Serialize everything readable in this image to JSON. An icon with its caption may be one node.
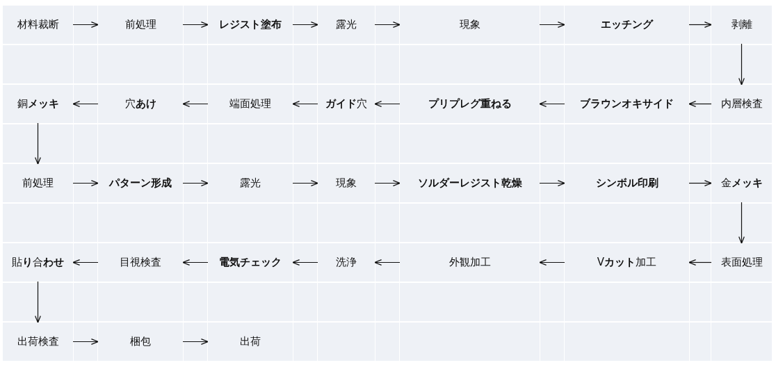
{
  "diagram": {
    "nodes": [
      {
        "text": [
          "材料裁断"
        ]
      },
      {
        "text": [
          "前処理"
        ]
      },
      {
        "text": [
          "レジスト塗布"
        ]
      },
      {
        "text": [
          "露光"
        ]
      },
      {
        "text": [
          "現象"
        ]
      },
      {
        "text": [
          "エッチング"
        ]
      },
      {
        "text": [
          "剥離"
        ]
      },
      {
        "text": [
          "内層検査"
        ]
      },
      {
        "text": [
          "ブラウンオキサイド"
        ]
      },
      {
        "text": [
          "プリプレグ重ねる"
        ]
      },
      {
        "text": [
          "**ガイド**穴"
        ]
      },
      {
        "text": [
          "端面処理"
        ]
      },
      {
        "text": [
          "穴**あけ**"
        ]
      },
      {
        "text": [
          "銅**メッキ**"
        ]
      },
      {
        "text": [
          "前処理"
        ]
      },
      {
        "text": [
          "パターン形成"
        ]
      },
      {
        "text": [
          "露光"
        ]
      },
      {
        "text": [
          "現象"
        ]
      },
      {
        "text": [
          "ソルダーレジスト乾燥"
        ]
      },
      {
        "text": [
          "シンボル印刷"
        ]
      },
      {
        "text": [
          "金**メッキ**"
        ]
      },
      {
        "text": [
          "表面処理"
        ]
      },
      {
        "text": [
          "V**カット**加工"
        ]
      },
      {
        "text": [
          "外観加工"
        ]
      },
      {
        "text": [
          "洗浄"
        ]
      },
      {
        "text": [
          "電気チェック"
        ]
      },
      {
        "text": [
          "目視検査"
        ]
      },
      {
        "text": [
          "貼**り**合**わせ**"
        ]
      },
      {
        "text": [
          "出荷検査"
        ]
      },
      {
        "text": [
          "梱包"
        ]
      },
      {
        "text": [
          "出荷"
        ]
      }
    ],
    "edges": [
      {
        "from": 0,
        "to": 1,
        "arrow": "to"
      },
      {
        "from": 1,
        "to": 2,
        "arrow": "to"
      },
      {
        "from": 2,
        "to": 3,
        "arrow": "to"
      },
      {
        "from": 3,
        "to": 4,
        "arrow": "to"
      },
      {
        "from": 4,
        "to": 5,
        "arrow": "to"
      },
      {
        "from": 5,
        "to": 6,
        "arrow": "to"
      },
      {
        "from": 6,
        "to": 7,
        "arrow": "to"
      },
      {
        "from": 7,
        "to": 8,
        "arrow": "to"
      },
      {
        "from": 8,
        "to": 9,
        "arrow": "to"
      },
      {
        "from": 9,
        "to": 10,
        "arrow": "to"
      },
      {
        "from": 10,
        "to": 11,
        "arrow": "to"
      },
      {
        "from": 11,
        "to": 12,
        "arrow": "to"
      },
      {
        "from": 12,
        "to": 13,
        "arrow": "to"
      },
      {
        "from": 13,
        "to": 14,
        "arrow": "to"
      },
      {
        "from": 14,
        "to": 15,
        "arrow": "to"
      },
      {
        "from": 15,
        "to": 16,
        "arrow": "to"
      },
      {
        "from": 16,
        "to": 17,
        "arrow": "to"
      },
      {
        "from": 17,
        "to": 18,
        "arrow": "to"
      },
      {
        "from": 18,
        "to": 19,
        "arrow": "to"
      },
      {
        "from": 19,
        "to": 20,
        "arrow": "to"
      },
      {
        "from": 20,
        "to": 21,
        "arrow": "to"
      },
      {
        "from": 21,
        "to": 22,
        "arrow": "to"
      },
      {
        "from": 22,
        "to": 23,
        "arrow": "to"
      },
      {
        "from": 23,
        "to": 24,
        "arrow": "to"
      },
      {
        "from": 24,
        "to": 25,
        "arrow": "to"
      },
      {
        "from": 25,
        "to": 26,
        "arrow": "to"
      },
      {
        "from": 26,
        "to": 27,
        "arrow": "to"
      },
      {
        "from": 27,
        "to": 28,
        "arrow": "to"
      },
      {
        "from": 28,
        "to": 29,
        "arrow": "to"
      },
      {
        "from": 29,
        "to": 30,
        "arrow": "to"
      }
    ]
  }
}
